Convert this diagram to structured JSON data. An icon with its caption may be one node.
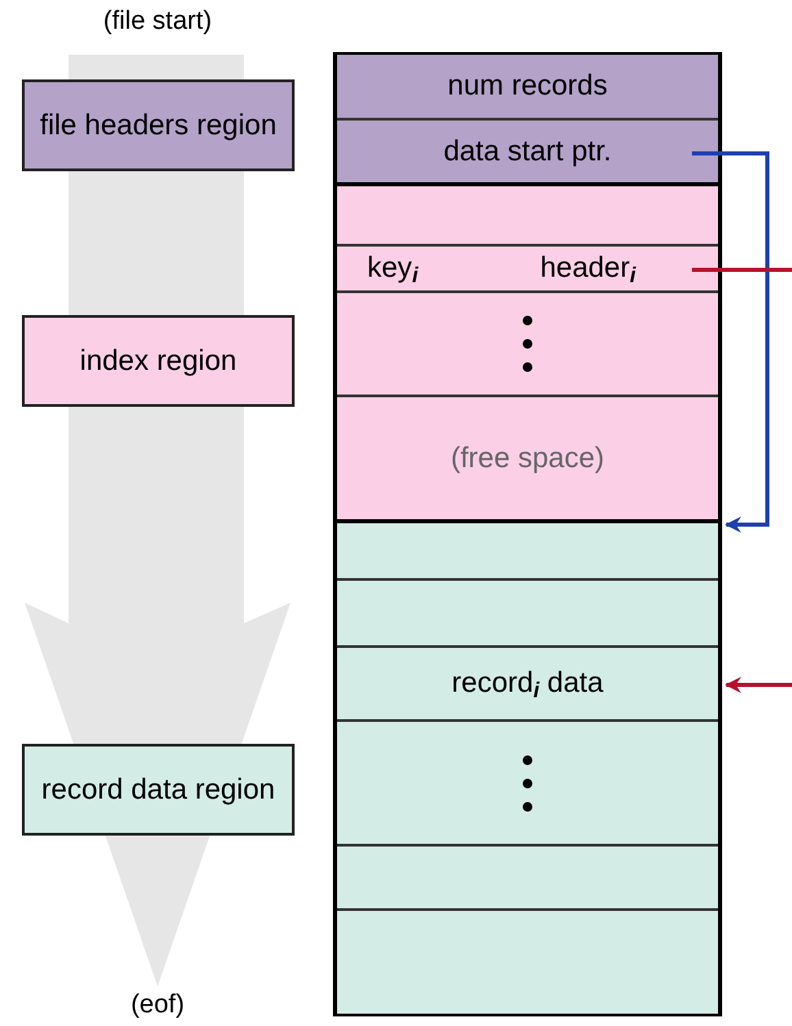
{
  "diagram": {
    "nodes": [
      {
        "text": [
          "file headers region"
        ]
      },
      {
        "text": [
          "index region"
        ]
      },
      {
        "text": [
          "record data region"
        ]
      },
      {
        "text": [
          "num records"
        ]
      },
      {
        "text": [
          "data start ptr."
        ]
      },
      {
        "text": [],
        "shape": "box"
      },
      {
        "text": [
          "key$_{i}$",
          "header$_{i}$"
        ]
      },
      {
        "text": [],
        "shape": "box"
      },
      {
        "text": [
          "(free space)"
        ]
      },
      {
        "text": [],
        "shape": "box"
      },
      {
        "text": [],
        "shape": "box"
      },
      {
        "text": [
          "record$_{i}$ data"
        ]
      },
      {
        "text": [],
        "shape": "box"
      },
      {
        "text": [],
        "shape": "box"
      },
      {
        "text": [],
        "shape": "box"
      }
    ],
    "edges": [
      {
        "from": 4,
        "to": 9,
        "arrow": "to",
        "color": "#1e40af"
      },
      {
        "from": 6,
        "to": null,
        "arrow": "none",
        "color": "#b5122e"
      },
      {
        "from": null,
        "to": 11,
        "arrow": "to",
        "color": "#b5122e"
      }
    ],
    "labels": [
      "(file start)",
      "(eof)"
    ]
  }
}
